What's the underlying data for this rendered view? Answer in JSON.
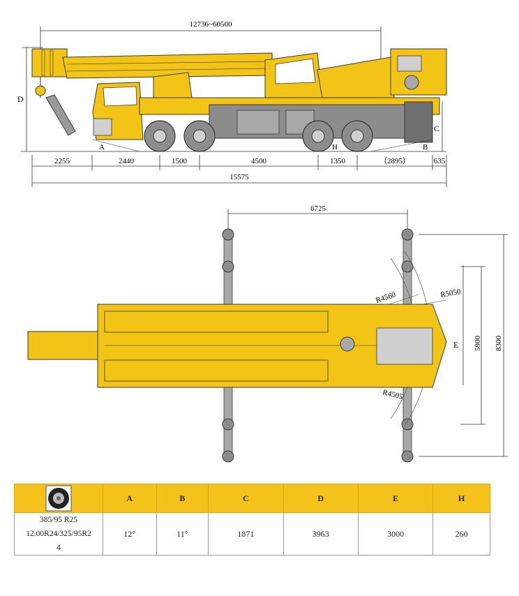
{
  "side_view": {
    "boom_length": "12736~60500",
    "dims": [
      "2255",
      "2440",
      "1500",
      "4500",
      "1350",
      "（2895）",
      "635"
    ],
    "overall_length": "15575",
    "label_D": "D",
    "label_C": "C",
    "label_A": "A",
    "label_H": "H",
    "label_B": "B"
  },
  "top_view": {
    "outrigger_span": "6725",
    "r1": "R4560",
    "r2": "R5050",
    "r3": "R4505",
    "label_E": "E",
    "width_mid": "5900",
    "width_full": "8300"
  },
  "colors": {
    "body_yellow": "#f2c416",
    "outline": "#3a3a3a",
    "chassis_grey": "#8c8c8c"
  },
  "table": {
    "headers": [
      "A",
      "B",
      "C",
      "D",
      "E",
      "H"
    ],
    "tyre_icon": "tyre-icon",
    "tyre_lines": [
      "385/95 R25",
      "12.00R24/325/95R2",
      "4"
    ],
    "values": [
      "12°",
      "11°",
      "1871",
      "3963",
      "3000",
      "260"
    ]
  }
}
